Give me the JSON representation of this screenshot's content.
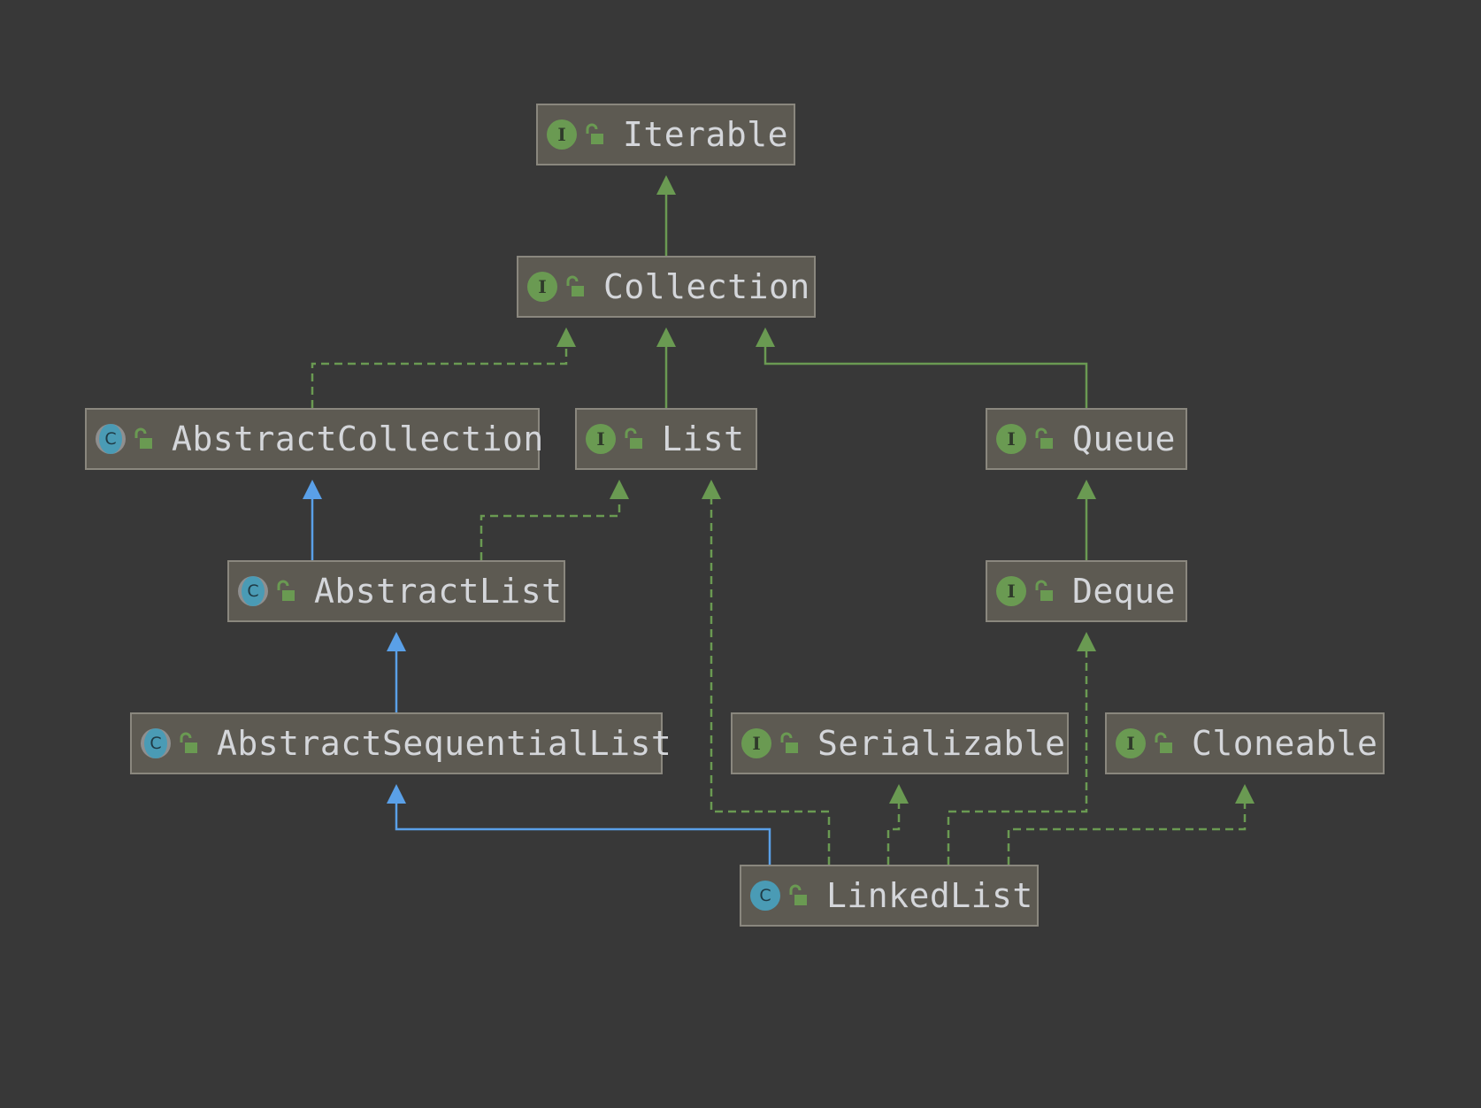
{
  "diagram": {
    "colors": {
      "background": "#383838",
      "node_fill": "#5d5a52",
      "node_border": "#8a877e",
      "label": "#d4d6da",
      "interface_badge": "#6a9a52",
      "class_badge": "#4a9bb5",
      "extends_edge": "#5aa0e8",
      "implements_edge": "#6a9a52"
    },
    "nodes": [
      {
        "id": "iterable",
        "name": "Iterable",
        "kind": "interface",
        "badge": "I",
        "icon": "public-lock-icon"
      },
      {
        "id": "collection",
        "name": "Collection",
        "kind": "interface",
        "badge": "I",
        "icon": "public-lock-icon"
      },
      {
        "id": "abstractcollection",
        "name": "AbstractCollection",
        "kind": "abstract",
        "badge": "C",
        "icon": "public-lock-icon"
      },
      {
        "id": "list",
        "name": "List",
        "kind": "interface",
        "badge": "I",
        "icon": "public-lock-icon"
      },
      {
        "id": "queue",
        "name": "Queue",
        "kind": "interface",
        "badge": "I",
        "icon": "public-lock-icon"
      },
      {
        "id": "abstractlist",
        "name": "AbstractList",
        "kind": "abstract",
        "badge": "C",
        "icon": "public-lock-icon"
      },
      {
        "id": "deque",
        "name": "Deque",
        "kind": "interface",
        "badge": "I",
        "icon": "public-lock-icon"
      },
      {
        "id": "abstractsequentiallist",
        "name": "AbstractSequentialList",
        "kind": "abstract",
        "badge": "C",
        "icon": "public-lock-icon"
      },
      {
        "id": "serializable",
        "name": "Serializable",
        "kind": "interface",
        "badge": "I",
        "icon": "public-lock-icon"
      },
      {
        "id": "cloneable",
        "name": "Cloneable",
        "kind": "interface",
        "badge": "I",
        "icon": "public-lock-icon"
      },
      {
        "id": "linkedlist",
        "name": "LinkedList",
        "kind": "class",
        "badge": "C",
        "icon": "public-lock-icon"
      }
    ],
    "edges": [
      {
        "from": "collection",
        "to": "iterable",
        "type": "extends-interface",
        "style": "solid",
        "color": "green"
      },
      {
        "from": "abstractcollection",
        "to": "collection",
        "type": "implements",
        "style": "dashed",
        "color": "green"
      },
      {
        "from": "list",
        "to": "collection",
        "type": "extends-interface",
        "style": "solid",
        "color": "green"
      },
      {
        "from": "queue",
        "to": "collection",
        "type": "extends-interface",
        "style": "solid",
        "color": "green"
      },
      {
        "from": "abstractlist",
        "to": "abstractcollection",
        "type": "extends",
        "style": "solid",
        "color": "blue"
      },
      {
        "from": "abstractlist",
        "to": "list",
        "type": "implements",
        "style": "dashed",
        "color": "green"
      },
      {
        "from": "deque",
        "to": "queue",
        "type": "extends-interface",
        "style": "solid",
        "color": "green"
      },
      {
        "from": "abstractsequentiallist",
        "to": "abstractlist",
        "type": "extends",
        "style": "solid",
        "color": "blue"
      },
      {
        "from": "linkedlist",
        "to": "abstractsequentiallist",
        "type": "extends",
        "style": "solid",
        "color": "blue"
      },
      {
        "from": "linkedlist",
        "to": "list",
        "type": "implements",
        "style": "dashed",
        "color": "green"
      },
      {
        "from": "linkedlist",
        "to": "serializable",
        "type": "implements",
        "style": "dashed",
        "color": "green"
      },
      {
        "from": "linkedlist",
        "to": "deque",
        "type": "implements",
        "style": "dashed",
        "color": "green"
      },
      {
        "from": "linkedlist",
        "to": "cloneable",
        "type": "implements",
        "style": "dashed",
        "color": "green"
      }
    ]
  }
}
